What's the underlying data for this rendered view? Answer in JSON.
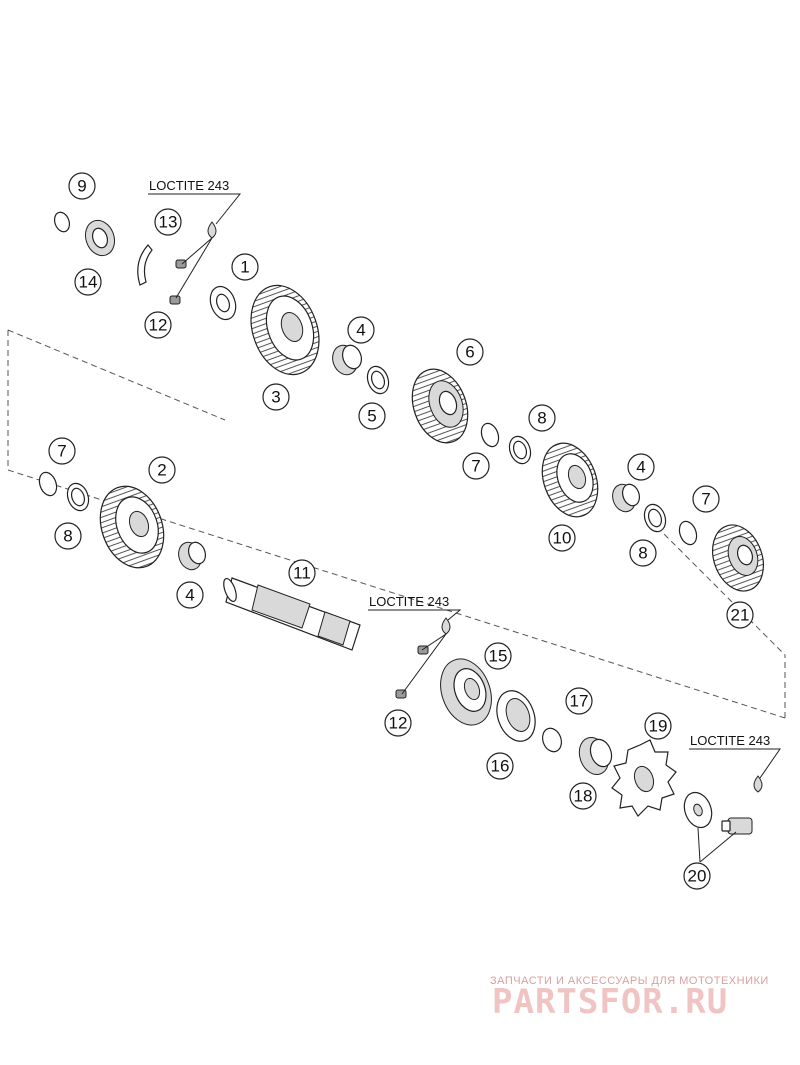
{
  "callouts": [
    "9",
    "13",
    "14",
    "12",
    "1",
    "3",
    "4",
    "5",
    "6",
    "7",
    "8",
    "10",
    "4",
    "8",
    "7",
    "21",
    "7",
    "8",
    "2",
    "4",
    "11",
    "12",
    "15",
    "16",
    "17",
    "19",
    "18",
    "20"
  ],
  "loctite_label": "LOCTITE 243",
  "watermark": {
    "tagline": "ЗАПЧАСТИ И АКСЕССУАРЫ ДЛЯ МОТОТЕХНИКИ",
    "brand": "PARTSFOR.RU"
  }
}
